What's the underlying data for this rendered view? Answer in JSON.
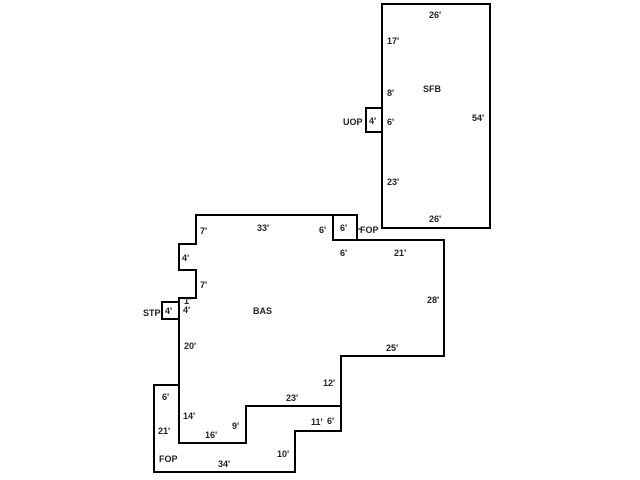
{
  "areas": {
    "sfb": {
      "label": "SFB",
      "dims": [
        "26'",
        "17'",
        "8'",
        "6'",
        "23'",
        "26'",
        "54'"
      ]
    },
    "uop": {
      "label": "UOP",
      "dims": [
        "4'"
      ]
    },
    "bas": {
      "label": "BAS",
      "dims": [
        "7'",
        "33'",
        "6'",
        "6'",
        "21'",
        "4'",
        "7'",
        "1'",
        "4'",
        "28'",
        "20'",
        "25'",
        "12'",
        "23'",
        "14'",
        "9'",
        "16'",
        "11'"
      ]
    },
    "fop_top": {
      "label": "FOP",
      "dims": [
        "6'"
      ]
    },
    "stp": {
      "label": "STP",
      "dims": [
        "4'"
      ]
    },
    "fop_bottom": {
      "label": "FOP",
      "dims": [
        "6'",
        "21'",
        "34'",
        "10'",
        "6'"
      ]
    }
  }
}
